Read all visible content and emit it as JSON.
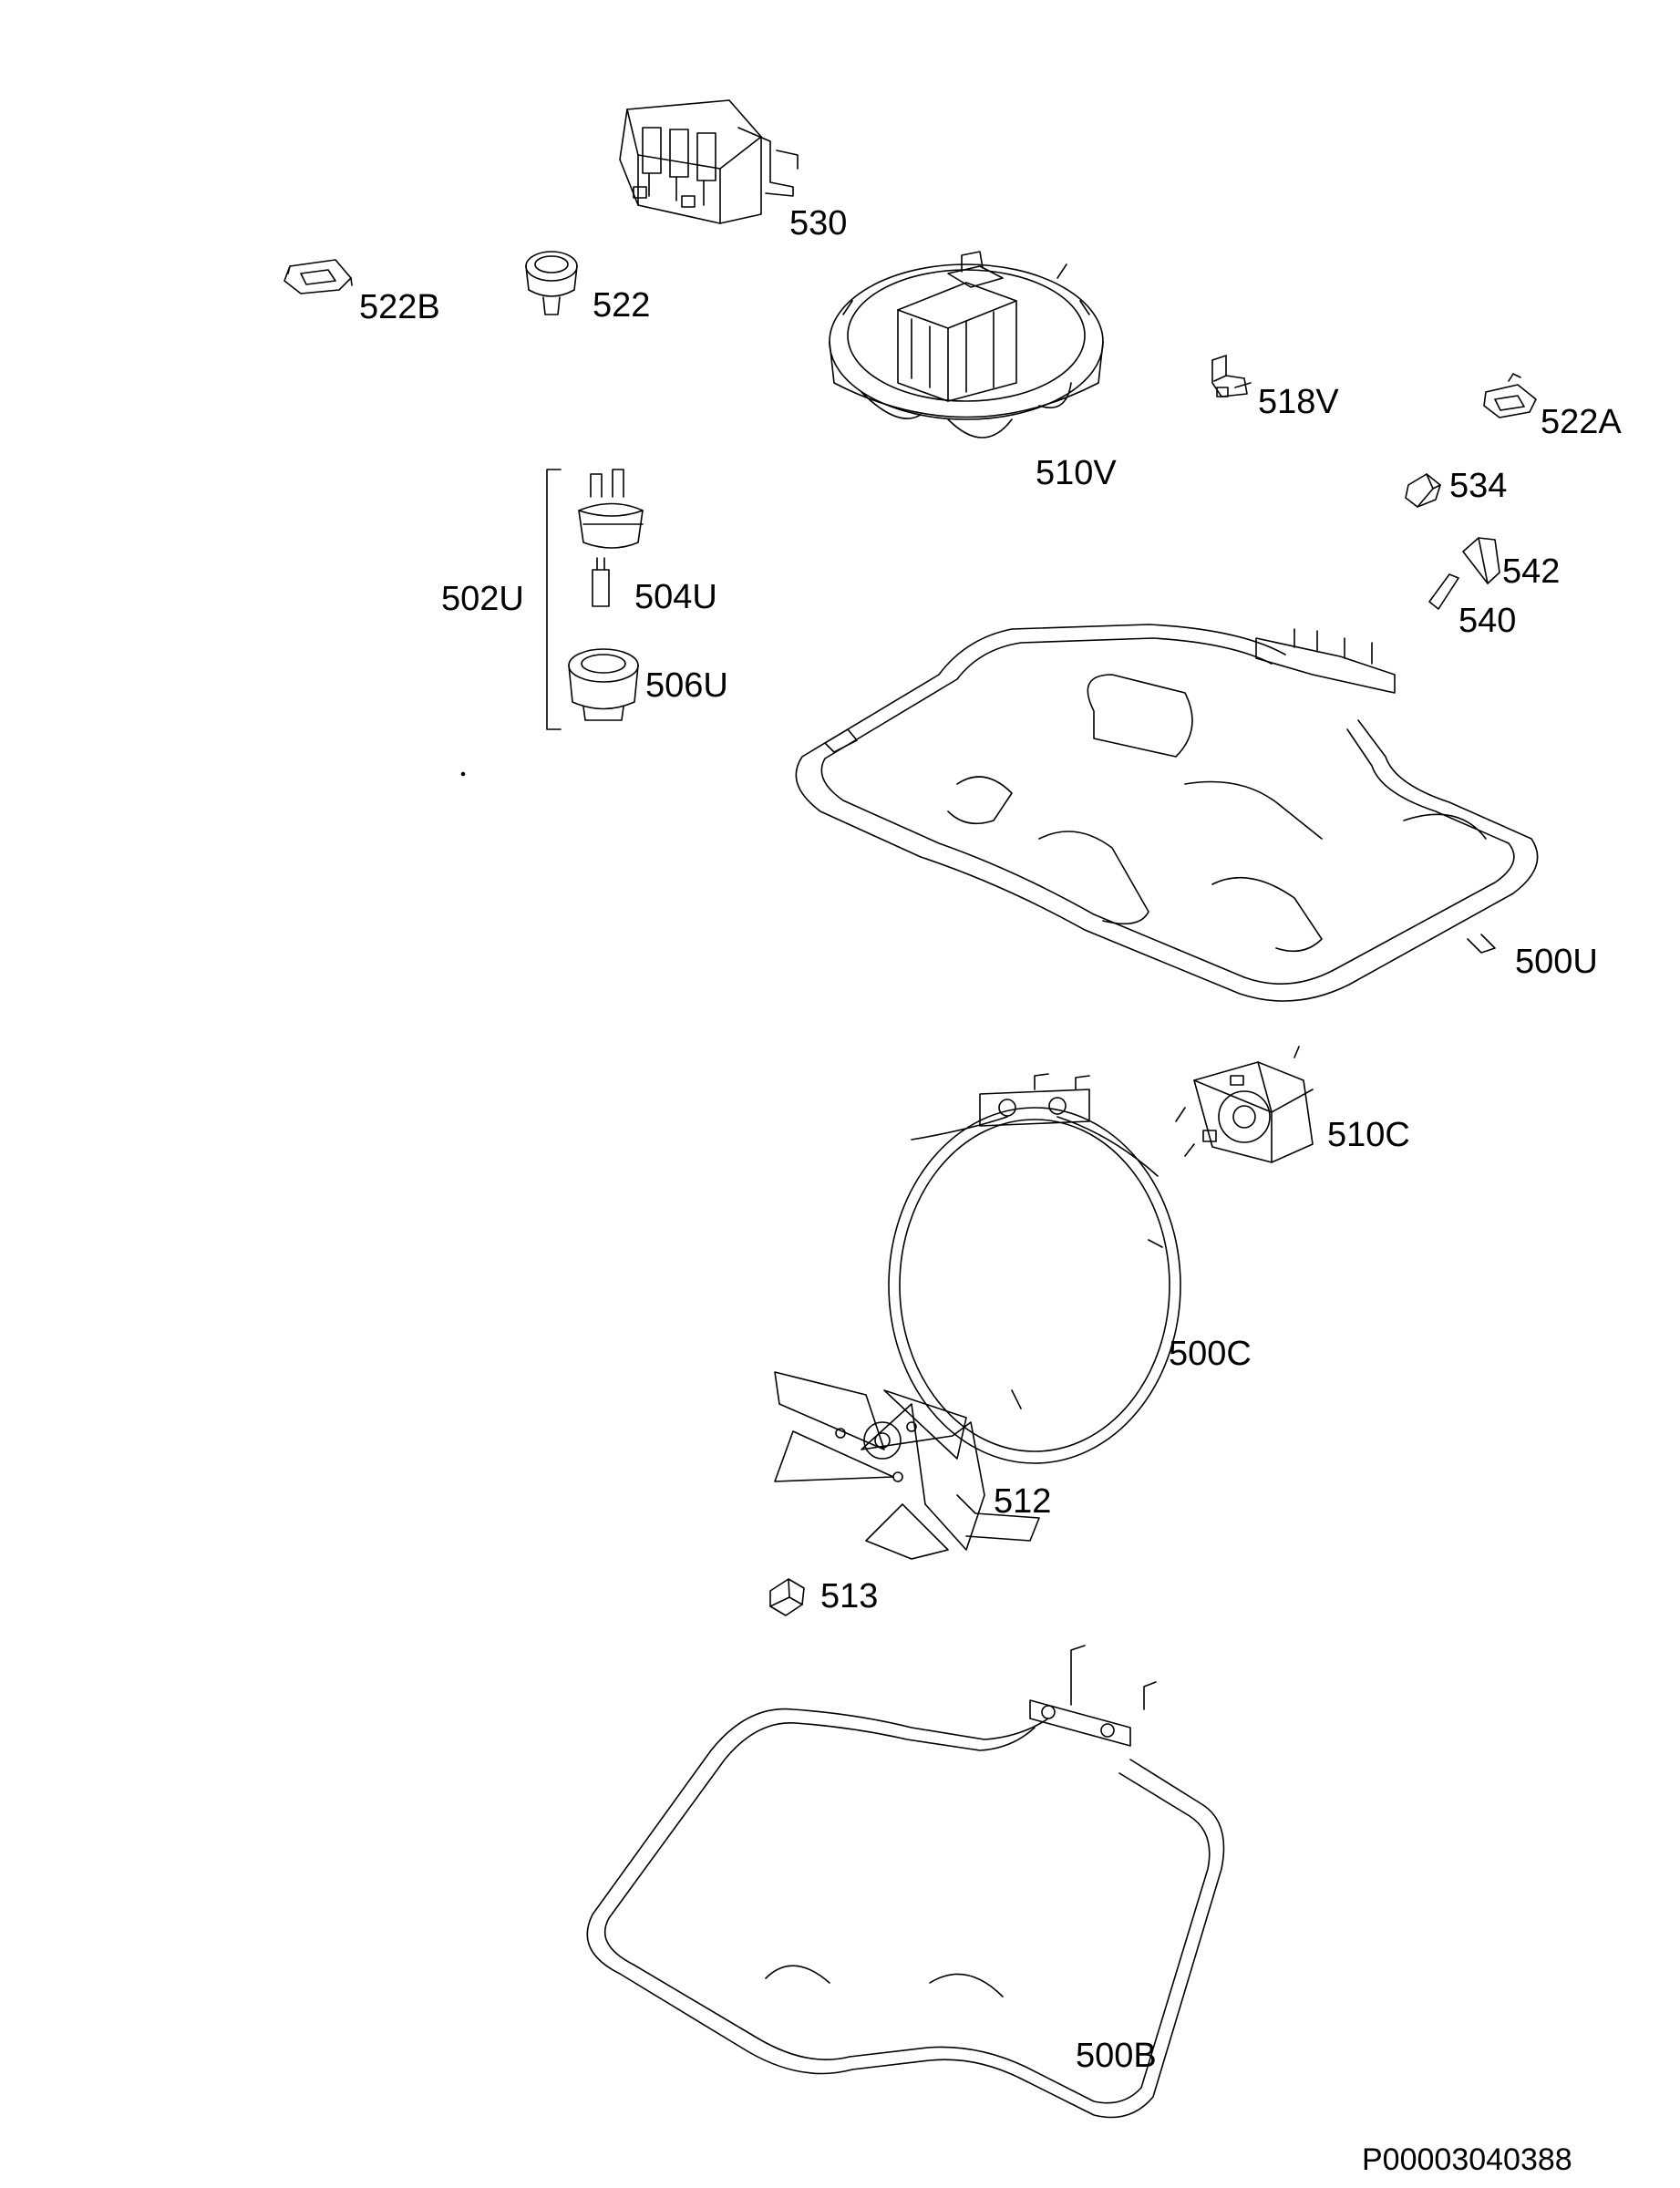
{
  "diagram": {
    "document_id": "P00003040388",
    "parts": [
      {
        "ref": "530"
      },
      {
        "ref": "522B"
      },
      {
        "ref": "522"
      },
      {
        "ref": "510V"
      },
      {
        "ref": "518V"
      },
      {
        "ref": "522A"
      },
      {
        "ref": "534"
      },
      {
        "ref": "542"
      },
      {
        "ref": "540"
      },
      {
        "ref": "502U"
      },
      {
        "ref": "504U"
      },
      {
        "ref": "506U"
      },
      {
        "ref": "500U"
      },
      {
        "ref": "510C"
      },
      {
        "ref": "500C"
      },
      {
        "ref": "512"
      },
      {
        "ref": "513"
      },
      {
        "ref": "500B"
      }
    ]
  }
}
